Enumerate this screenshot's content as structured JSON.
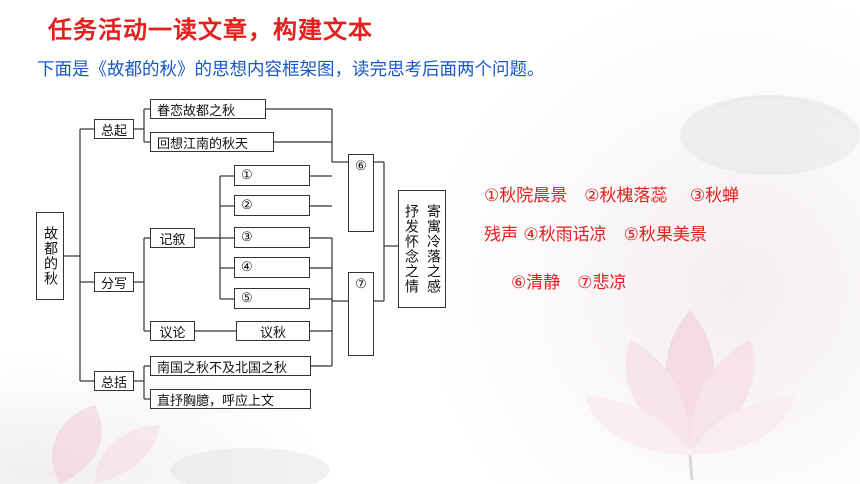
{
  "header": {
    "title": "任务活动一读文章，构建文本",
    "instruction": "下面是《故都的秋》的思想内容框架图，读完思考后面两个问题。"
  },
  "diagram": {
    "root": "故都的秋",
    "sections": {
      "zongqi": "总起",
      "fenxie": "分写",
      "zongkuo": "总括"
    },
    "zongqi_items": [
      "眷恋故都之秋",
      "回想江南的秋天"
    ],
    "jixu": "记叙",
    "yilun": "议论",
    "jixu_slots": [
      "①",
      "②",
      "③",
      "④",
      "⑤"
    ],
    "yilun_item": "议秋",
    "zongkuo_items": [
      "南国之秋不及北国之秋",
      "直抒胸臆，呼应上文"
    ],
    "mid_boxes": [
      "⑥",
      "⑦"
    ],
    "final_right": "寄寓冷落之感",
    "final_left": "抒发怀念之情"
  },
  "answers": {
    "line1": "①秋院晨景　②秋槐落蕊　 ③秋蝉",
    "line2": "残声  ④秋雨话凉　⑤秋果美景",
    "line3": "⑥清静　⑦悲凉"
  },
  "colors": {
    "title": "#e3201b",
    "instruction": "#1559c7",
    "answers": "#e3201b"
  }
}
